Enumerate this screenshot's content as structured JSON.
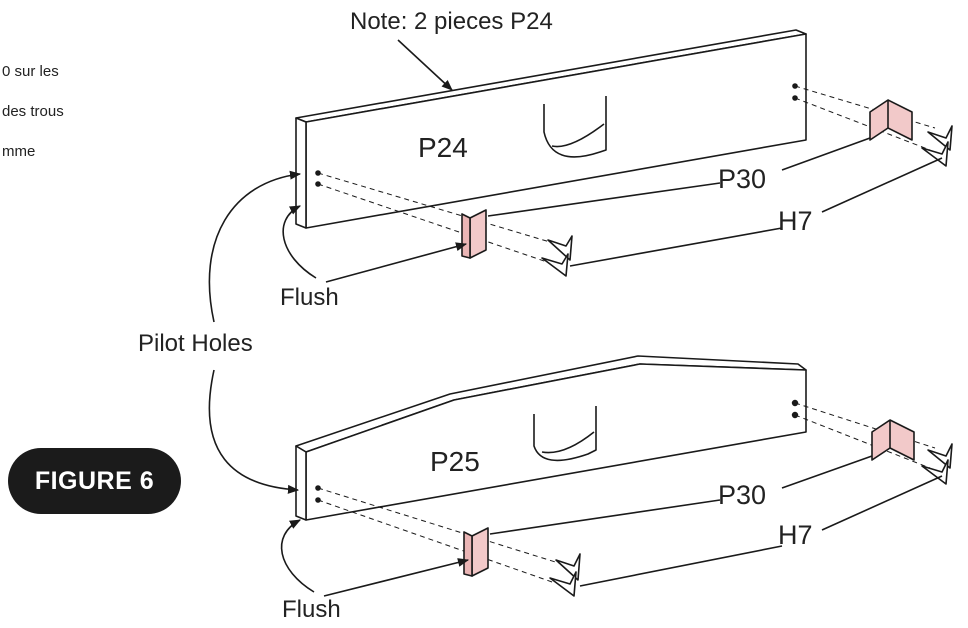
{
  "side_text": [
    "0  sur  les",
    "  des  trous",
    "mme"
  ],
  "note": "Note: 2 pieces P24",
  "figure_label": "FIGURE 6",
  "pilot_holes": "Pilot Holes",
  "top": {
    "panel": "P24",
    "bracket": "P30",
    "screw": "H7",
    "flush": "Flush"
  },
  "bottom": {
    "panel": "P25",
    "bracket": "P30",
    "screw": "H7",
    "flush": "Flush"
  },
  "colors": {
    "bracket_fill": "#f2c9c9",
    "ink": "#1a1a1a",
    "badge": "#1b1b1b"
  }
}
